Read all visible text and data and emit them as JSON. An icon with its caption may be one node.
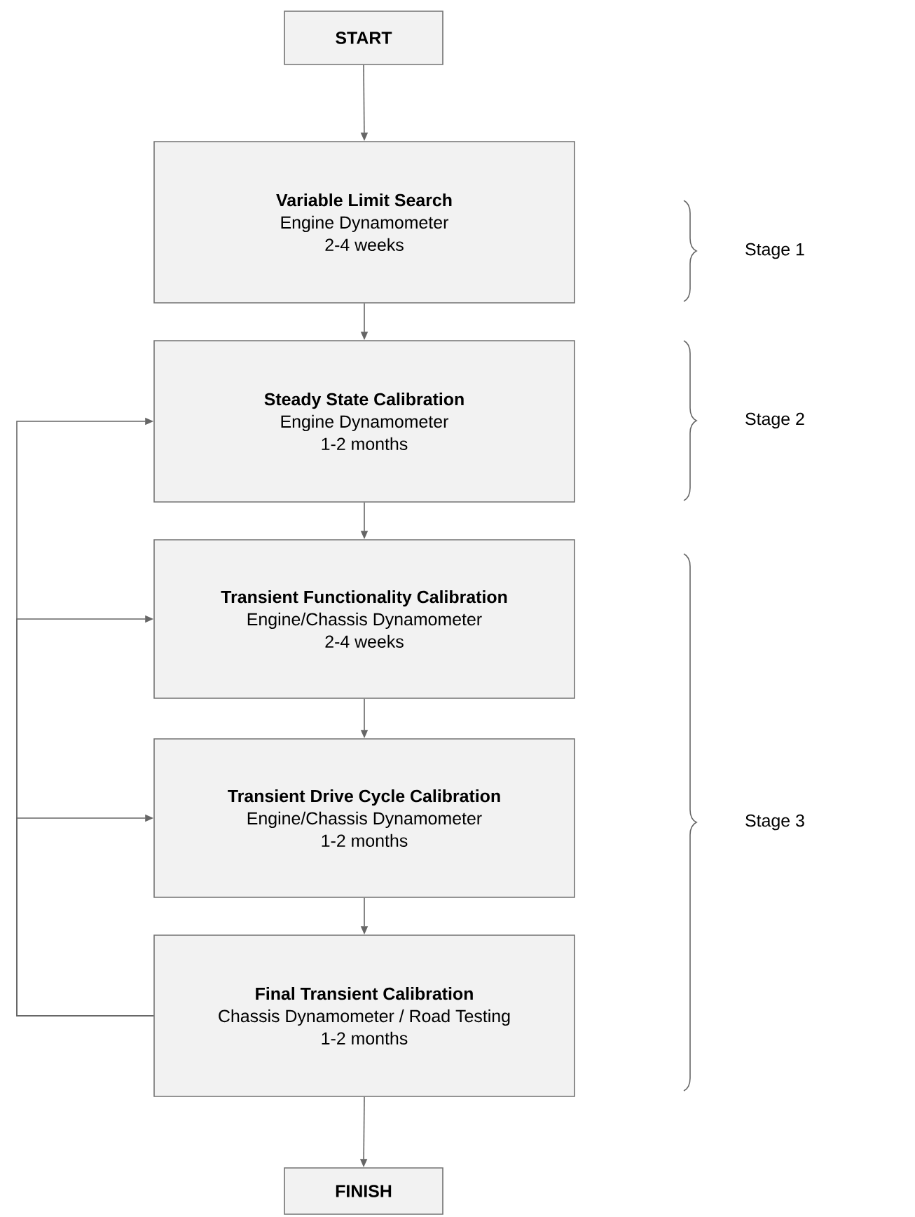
{
  "diagram": {
    "nodes": [
      {
        "text": [
          "START"
        ]
      },
      {
        "text": [
          "Variable Limit Search",
          "Engine Dynamometer",
          "2-4 weeks"
        ]
      },
      {
        "text": [
          "Steady State Calibration",
          "Engine Dynamometer",
          "1-2 months"
        ]
      },
      {
        "text": [
          "Transient Functionality Calibration",
          "Engine/Chassis Dynamometer",
          "2-4 weeks"
        ]
      },
      {
        "text": [
          "Transient Drive Cycle Calibration",
          "Engine/Chassis Dynamometer",
          "1-2 months"
        ]
      },
      {
        "text": [
          "Final Transient Calibration",
          "Chassis Dynamometer / Road Testing",
          "1-2 months"
        ]
      },
      {
        "text": [
          "FINISH"
        ]
      }
    ],
    "edges": [
      {
        "from": 0,
        "to": 1,
        "arrow": "to"
      },
      {
        "from": 1,
        "to": 2,
        "arrow": "to"
      },
      {
        "from": 2,
        "to": 3,
        "arrow": "to"
      },
      {
        "from": 3,
        "to": 4,
        "arrow": "to"
      },
      {
        "from": 4,
        "to": 5,
        "arrow": "to"
      },
      {
        "from": 5,
        "to": 6,
        "arrow": "to"
      },
      {
        "from": 5,
        "to": 2,
        "arrow": "to"
      },
      {
        "from": 5,
        "to": 3,
        "arrow": "to"
      },
      {
        "from": 5,
        "to": 4,
        "arrow": "to"
      }
    ],
    "labels": [
      "Stage 1",
      "Stage 2",
      "Stage 3"
    ]
  }
}
